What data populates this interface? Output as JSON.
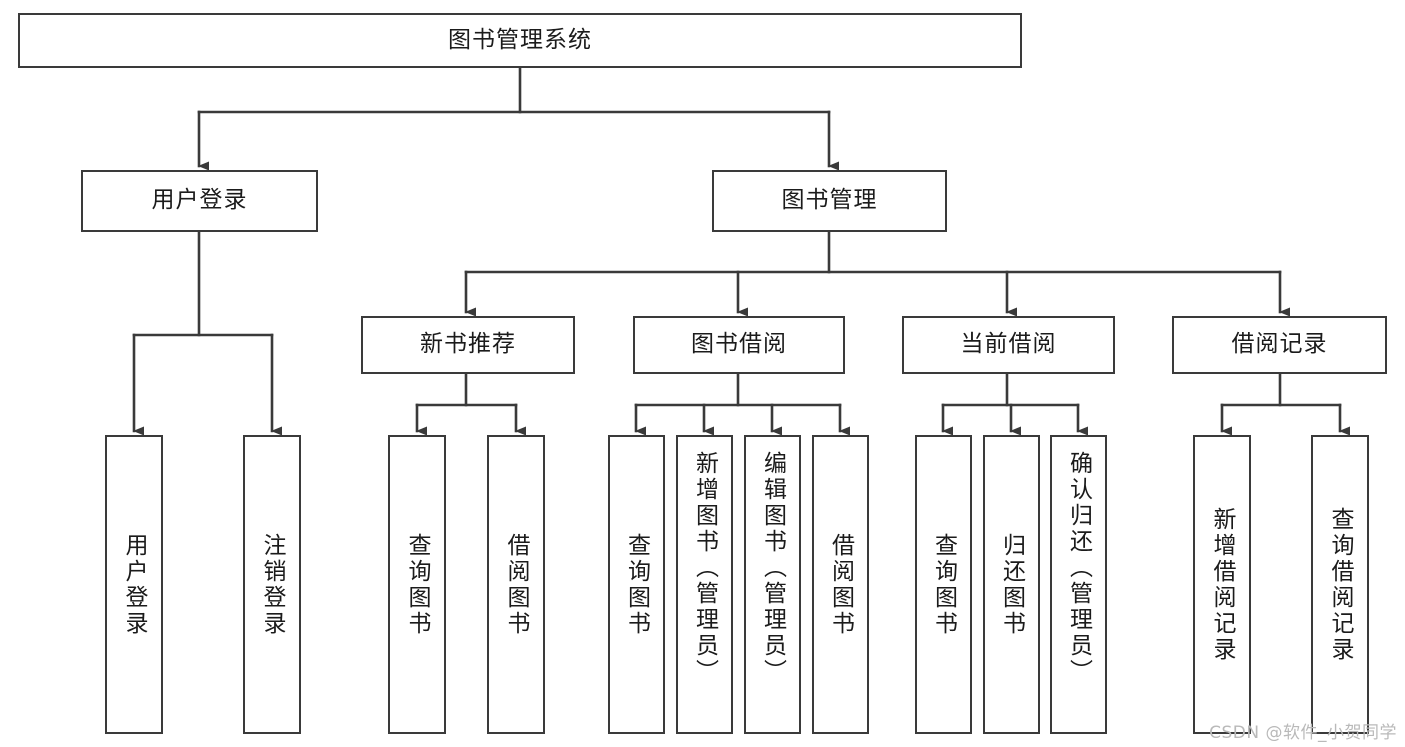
{
  "title": "图书管理系统",
  "watermark": "CSDN @软件_小贺同学",
  "colors": {
    "border": "#3a3a3a",
    "background": "#ffffff",
    "text": "#1b1b1b",
    "watermark": "#b9b9b9"
  },
  "chart_data": {
    "type": "diagram",
    "diagram_kind": "tree",
    "orientation": "top-down",
    "title": "图书管理系统",
    "nodes": [
      {
        "id": "root",
        "label": "图书管理系统",
        "level": 0,
        "parent": null
      },
      {
        "id": "login",
        "label": "用户登录",
        "level": 1,
        "parent": "root"
      },
      {
        "id": "bookmgmt",
        "label": "图书管理",
        "level": 1,
        "parent": "root"
      },
      {
        "id": "newbook",
        "label": "新书推荐",
        "level": 2,
        "parent": "bookmgmt"
      },
      {
        "id": "borrow",
        "label": "图书借阅",
        "level": 2,
        "parent": "bookmgmt"
      },
      {
        "id": "current",
        "label": "当前借阅",
        "level": 2,
        "parent": "bookmgmt"
      },
      {
        "id": "record",
        "label": "借阅记录",
        "level": 2,
        "parent": "bookmgmt"
      },
      {
        "id": "login-1",
        "label": "用户登录",
        "level": 2,
        "parent": "login"
      },
      {
        "id": "login-2",
        "label": "注销登录",
        "level": 2,
        "parent": "login"
      },
      {
        "id": "newbook-1",
        "label": "查询图书",
        "level": 3,
        "parent": "newbook"
      },
      {
        "id": "newbook-2",
        "label": "借阅图书",
        "level": 3,
        "parent": "newbook"
      },
      {
        "id": "borrow-1",
        "label": "查询图书",
        "level": 3,
        "parent": "borrow"
      },
      {
        "id": "borrow-2",
        "label": "新增图书（管理员）",
        "level": 3,
        "parent": "borrow"
      },
      {
        "id": "borrow-3",
        "label": "编辑图书（管理员）",
        "level": 3,
        "parent": "borrow"
      },
      {
        "id": "borrow-4",
        "label": "借阅图书",
        "level": 3,
        "parent": "borrow"
      },
      {
        "id": "current-1",
        "label": "查询图书",
        "level": 3,
        "parent": "current"
      },
      {
        "id": "current-2",
        "label": "归还图书",
        "level": 3,
        "parent": "current"
      },
      {
        "id": "current-3",
        "label": "确认归还（管理员）",
        "level": 3,
        "parent": "current"
      },
      {
        "id": "record-1",
        "label": "新增借阅记录",
        "level": 3,
        "parent": "record"
      },
      {
        "id": "record-2",
        "label": "查询借阅记录",
        "level": 3,
        "parent": "record"
      }
    ],
    "edges": [
      {
        "from": "root",
        "to": "login"
      },
      {
        "from": "root",
        "to": "bookmgmt"
      },
      {
        "from": "login",
        "to": "login-1"
      },
      {
        "from": "login",
        "to": "login-2"
      },
      {
        "from": "bookmgmt",
        "to": "newbook"
      },
      {
        "from": "bookmgmt",
        "to": "borrow"
      },
      {
        "from": "bookmgmt",
        "to": "current"
      },
      {
        "from": "bookmgmt",
        "to": "record"
      },
      {
        "from": "newbook",
        "to": "newbook-1"
      },
      {
        "from": "newbook",
        "to": "newbook-2"
      },
      {
        "from": "borrow",
        "to": "borrow-1"
      },
      {
        "from": "borrow",
        "to": "borrow-2"
      },
      {
        "from": "borrow",
        "to": "borrow-3"
      },
      {
        "from": "borrow",
        "to": "borrow-4"
      },
      {
        "from": "current",
        "to": "current-1"
      },
      {
        "from": "current",
        "to": "current-2"
      },
      {
        "from": "current",
        "to": "current-3"
      },
      {
        "from": "record",
        "to": "record-1"
      },
      {
        "from": "record",
        "to": "record-2"
      }
    ]
  },
  "nodes": {
    "root": "图书管理系统",
    "login": "用户登录",
    "bookmgmt": "图书管理",
    "newbook": "新书推荐",
    "borrow": "图书借阅",
    "current": "当前借阅",
    "record": "借阅记录",
    "login_1": "用户登录",
    "login_2": "注销登录",
    "newbook_1": "查询图书",
    "newbook_2": "借阅图书",
    "borrow_1": "查询图书",
    "borrow_2": "新增图书（管理员）",
    "borrow_3": "编辑图书（管理员）",
    "borrow_4": "借阅图书",
    "current_1": "查询图书",
    "current_2": "归还图书",
    "current_3": "确认归还（管理员）",
    "record_1": "新增借阅记录",
    "record_2": "查询借阅记录"
  }
}
